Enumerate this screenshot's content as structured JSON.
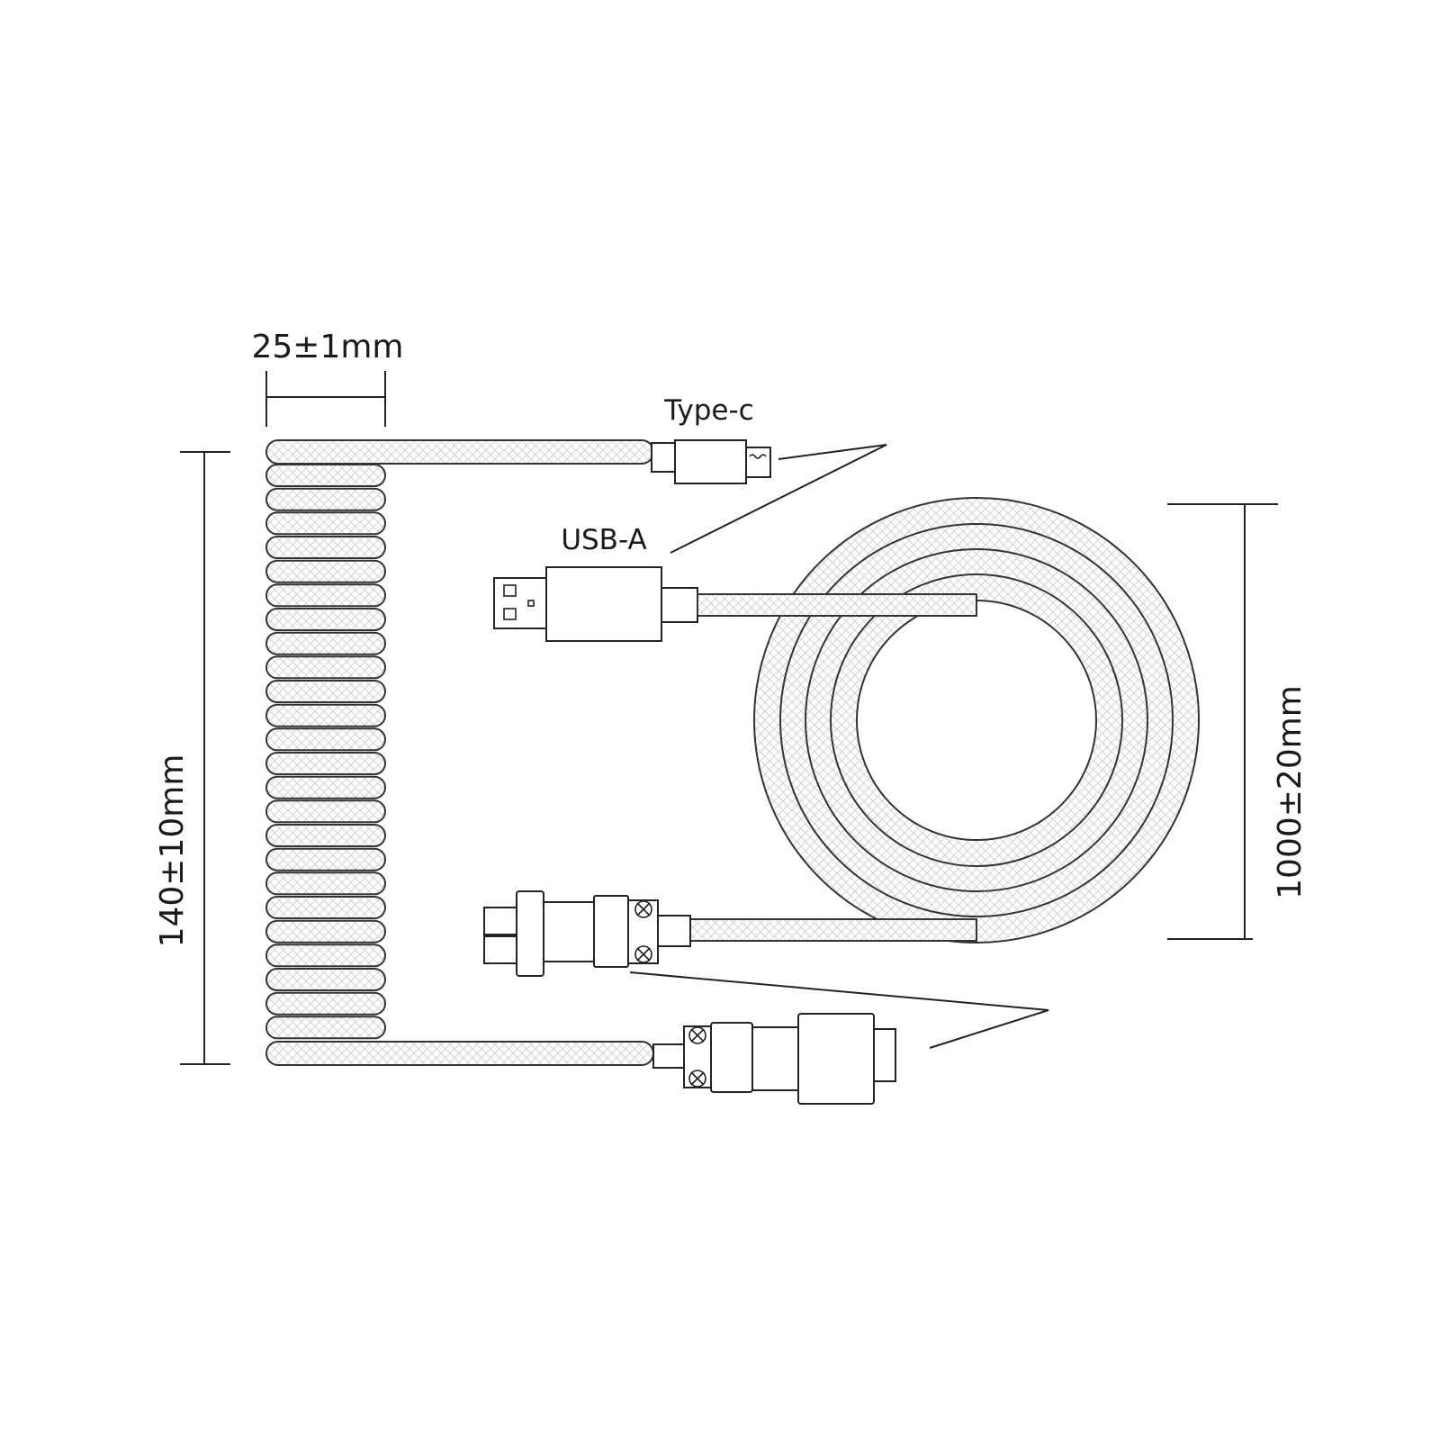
{
  "labels": {
    "coil_width": "25±1mm",
    "coil_length": "140±10mm",
    "cable_length": "1000±20mm",
    "type_c": "Type-c",
    "usb_a": "USB-A"
  },
  "colors": {
    "line": "#222222",
    "braid": "#d4d4d4",
    "background": "#ffffff"
  },
  "icons": [
    "type-c-connector-icon",
    "usb-a-connector-icon",
    "aviator-connector-icon"
  ]
}
